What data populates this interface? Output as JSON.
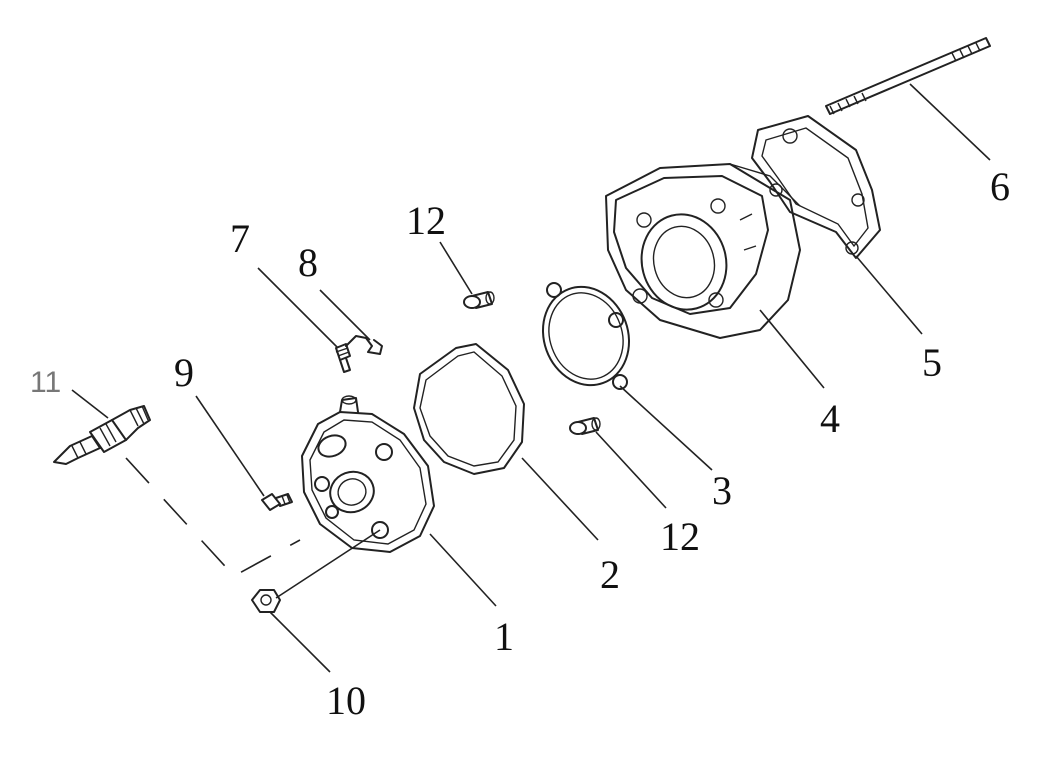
{
  "parts": [
    {
      "id": "p1",
      "label": "1"
    },
    {
      "id": "p2",
      "label": "2"
    },
    {
      "id": "p3",
      "label": "3"
    },
    {
      "id": "p4",
      "label": "4"
    },
    {
      "id": "p5",
      "label": "5"
    },
    {
      "id": "p6",
      "label": "6"
    },
    {
      "id": "p7",
      "label": "7"
    },
    {
      "id": "p8",
      "label": "8"
    },
    {
      "id": "p9",
      "label": "9"
    },
    {
      "id": "p10",
      "label": "10"
    },
    {
      "id": "p11",
      "label": "11"
    },
    {
      "id": "p12a",
      "label": "12"
    },
    {
      "id": "p12b",
      "label": "12"
    }
  ]
}
